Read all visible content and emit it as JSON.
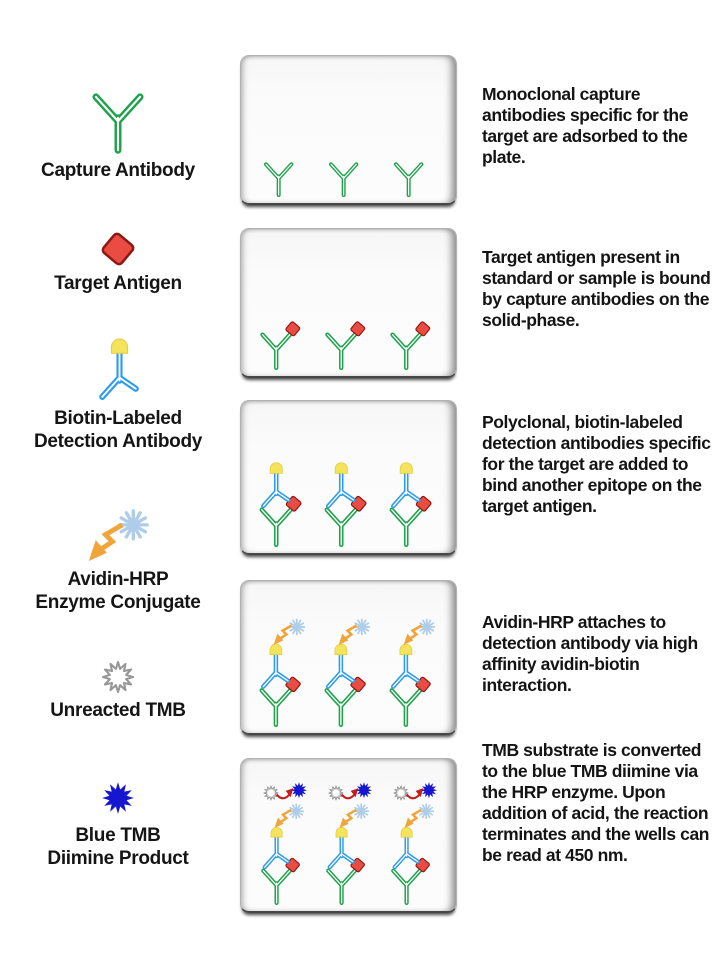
{
  "legend": {
    "items": [
      {
        "name": "capture-antibody",
        "lines": [
          "Capture Antibody"
        ]
      },
      {
        "name": "target-antigen",
        "lines": [
          "Target Antigen"
        ]
      },
      {
        "name": "biotin-labeled-detection-antibody",
        "lines": [
          "Biotin-Labeled",
          "Detection Antibody"
        ]
      },
      {
        "name": "avidin-hrp-enzyme-conjugate",
        "lines": [
          "Avidin-HRP",
          "Enzyme Conjugate"
        ]
      },
      {
        "name": "unreacted-tmb",
        "lines": [
          "Unreacted TMB"
        ]
      },
      {
        "name": "blue-tmb-diimine-product",
        "lines": [
          "Blue TMB",
          "Diimine Product"
        ]
      }
    ]
  },
  "steps": [
    {
      "description": "Monoclonal capture antibodies specific for the target are adsorbed to the plate."
    },
    {
      "description": "Target antigen present in standard or sample is bound by capture antibodies on the solid-phase."
    },
    {
      "description": "Polyclonal, biotin-labeled detection antibodies specific for the target are added to bind another epitope on the target antigen."
    },
    {
      "description": "Avidin-HRP attaches to detection antibody via high affinity avidin-biotin interaction."
    },
    {
      "description": "TMB substrate is converted to the blue TMB diimine via the HRP enzyme. Upon addition of acid, the reaction terminates and the wells can be read at 450 nm."
    }
  ],
  "colors": {
    "capture_antibody": "#1EA24B",
    "detection_antibody": "#2D9CEA",
    "biotin": "#F4E35B",
    "target_antigen": "#EA4C44",
    "antigen_border": "#8E1813",
    "avidin_arrow": "#F0A43A",
    "hrp_burst": "#AECDEA",
    "unreacted_tmb": "#979797",
    "blue_tmb": "#1616D0",
    "reaction_arrow": "#C21F1F"
  }
}
